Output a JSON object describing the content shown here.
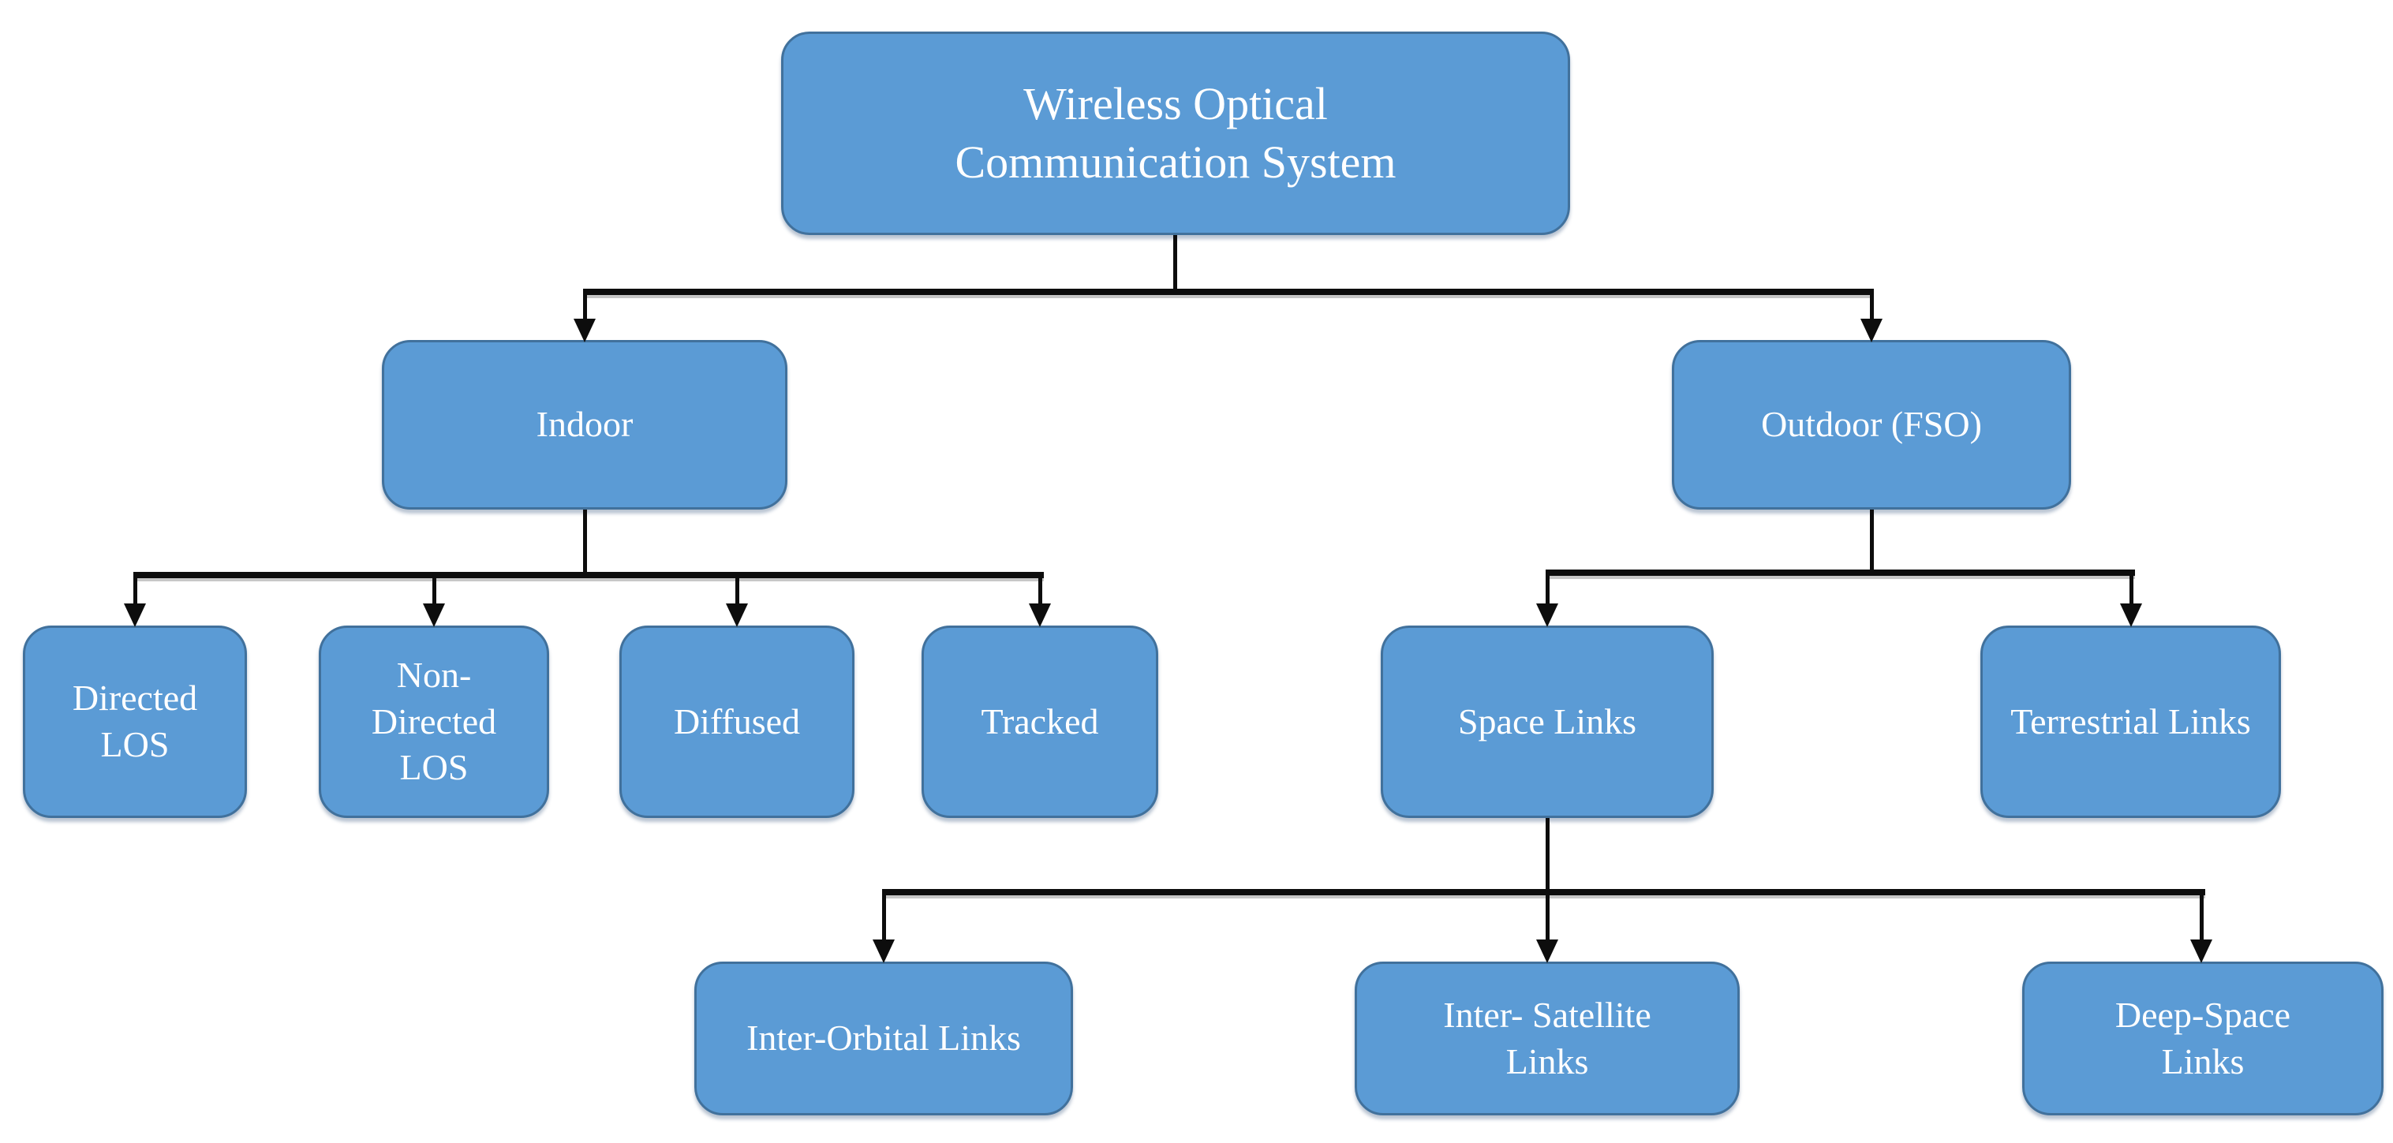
{
  "diagram": {
    "type": "hierarchy-flowchart",
    "title": "Wireless Optical Communication System",
    "background_color": "#ffffff"
  },
  "colors": {
    "node_fill": "#5b9bd5",
    "node_border": "#41719c",
    "node_text": "#ffffff",
    "connector": "#0d0d0d"
  },
  "nodes": {
    "root": {
      "label": "Wireless Optical Communication System"
    },
    "indoor": {
      "label": "Indoor"
    },
    "outdoor": {
      "label": "Outdoor (FSO)"
    },
    "directed_los": {
      "label": "Directed LOS"
    },
    "non_directed_los": {
      "label": "Non-Directed LOS"
    },
    "diffused": {
      "label": "Diffused"
    },
    "tracked": {
      "label": "Tracked"
    },
    "space_links": {
      "label": "Space Links"
    },
    "terrestrial_links": {
      "label": "Terrestrial Links"
    },
    "inter_orbital_links": {
      "label": "Inter-Orbital Links"
    },
    "inter_satellite_links": {
      "label": "Inter- Satellite Links"
    },
    "deep_space_links": {
      "label": "Deep-Space Links"
    }
  },
  "edges": [
    {
      "from": "root",
      "to": "indoor"
    },
    {
      "from": "root",
      "to": "outdoor"
    },
    {
      "from": "indoor",
      "to": "directed_los"
    },
    {
      "from": "indoor",
      "to": "non_directed_los"
    },
    {
      "from": "indoor",
      "to": "diffused"
    },
    {
      "from": "indoor",
      "to": "tracked"
    },
    {
      "from": "outdoor",
      "to": "space_links"
    },
    {
      "from": "outdoor",
      "to": "terrestrial_links"
    },
    {
      "from": "space_links",
      "to": "inter_orbital_links"
    },
    {
      "from": "space_links",
      "to": "inter_satellite_links"
    },
    {
      "from": "space_links",
      "to": "deep_space_links"
    }
  ]
}
